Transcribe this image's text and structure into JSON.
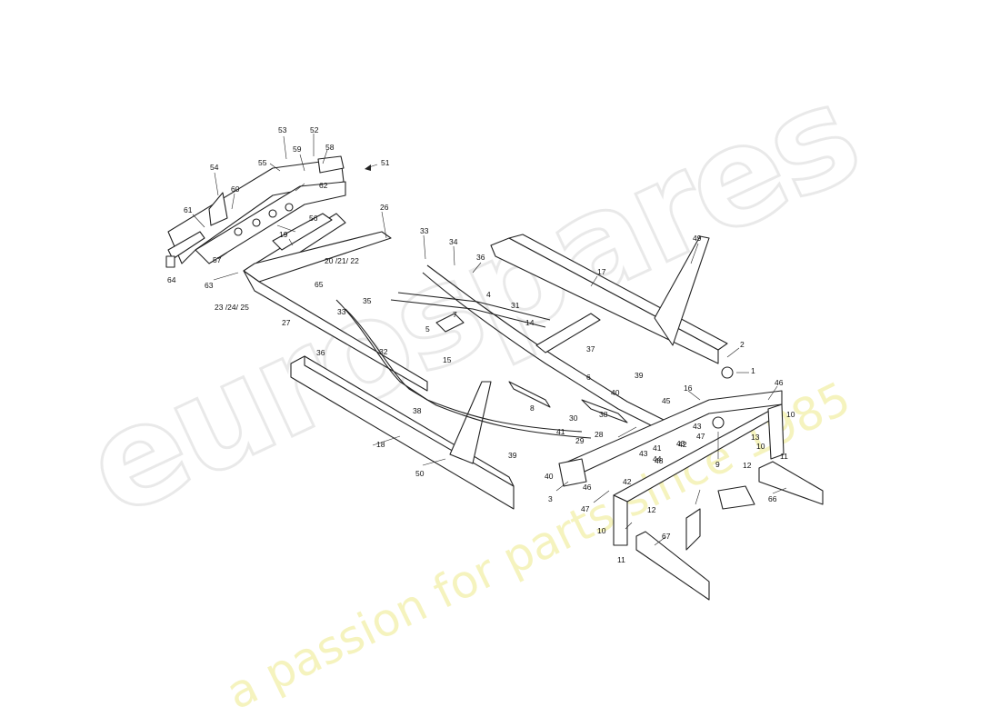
{
  "watermark": {
    "brand": "eurospares",
    "tagline": "a passion for parts since 1985",
    "brand_color": "#e6e6e6",
    "tagline_color": "#f4f2b8"
  },
  "callouts": [
    "1",
    "2",
    "3",
    "4",
    "5",
    "6",
    "7",
    "8",
    "9",
    "10",
    "10",
    "10",
    "11",
    "11",
    "12",
    "12",
    "13",
    "14",
    "15",
    "16",
    "17",
    "18",
    "19",
    "20 /21/ 22",
    "23 /24/ 25",
    "26",
    "27",
    "28",
    "29",
    "30",
    "31",
    "32",
    "33",
    "33",
    "34",
    "35",
    "36",
    "36",
    "37",
    "38",
    "38",
    "39",
    "39",
    "40",
    "40",
    "41",
    "41",
    "42",
    "42",
    "43",
    "43",
    "43",
    "44",
    "45",
    "46",
    "46",
    "47",
    "47",
    "48",
    "49",
    "50",
    "51",
    "52",
    "53",
    "54",
    "55",
    "56",
    "57",
    "58",
    "59",
    "60",
    "61",
    "62",
    "63",
    "64",
    "65",
    "66",
    "67"
  ]
}
